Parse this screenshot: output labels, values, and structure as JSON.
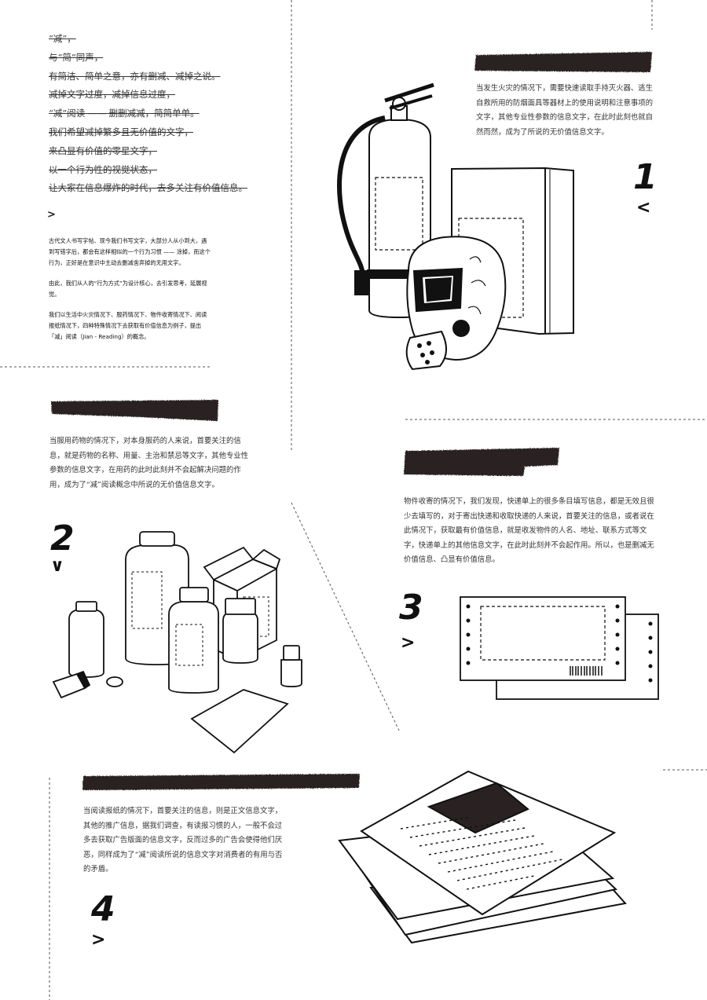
{
  "poem": {
    "lines": [
      "“减”，",
      "与“简”同声，",
      "有简洁、简单之意，亦有删减、减掉之说。",
      "减掉文字过度，减掉信息过度，",
      "“减”阅读 —— 删删减减，简简单单。",
      "我们希望减掉繁多且无价值的文字，",
      "来凸显有价值的零星文字，",
      "以一个行为性的视觉状态，",
      "让大家在信息爆炸的时代，去多关注有价值信息。"
    ],
    "arrow": ">"
  },
  "intro": {
    "p1": "古代文人书写字帖、现今我们书写文字，大部分人从小到大，遇到写错字后，都会有这样相似的一个行为习惯 —— 涂掉，而这个行为，正好是在意识中主动去删减舍弃掉的无用文字。",
    "p2": "由此，我们从人的“行为方式”为设计核心，去引发思考，延展视觉。",
    "p3": "我们以生活中火灾情况下、服药情况下、物件收寄情况下、阅读报纸情况下，四种特殊情况下去获取有价值信息为例子，提出「减」阅读（Jian - Reading）的概念。"
  },
  "sections": {
    "s1": {
      "number": "1",
      "chevron": "<",
      "text": "当发生火灾的情况下，需要快速读取手持灭火器、逃生自救所用的防烟面具等器材上的使用说明和注意事项的文字，其他专业性参数的信息文字，在此时此刻也就自然而然，成为了所说的无价值信息文字。"
    },
    "s2": {
      "number": "2",
      "chevron": "∨",
      "text": "当服用药物的情况下，对本身服药的人来说，首要关注的信息，就是药物的名称、用量、主治和禁忌等文字，其他专业性参数的信息文字，在用药的此时此刻并不会起解决问题的作用，成为了“减”阅读概念中所说的无价值信息文字。"
    },
    "s3": {
      "number": "3",
      "chevron": ">",
      "text": "物件收寄的情况下，我们发现，快递单上的很多条目填写信息，都是无效且很少去填写的，对于寄出快递和收取快递的人来说，首要关注的信息，或者说在此情况下，获取最有价值信息，就是收发物件的人名、地址、联系方式等文字，快递单上的其他信息文字，在此时此刻并不会起作用。所以，也是删减无价值信息、凸显有价值信息。"
    },
    "s4": {
      "number": "4",
      "chevron": ">",
      "text": "当阅读报纸的情况下，首要关注的信息，则是正文信息文字，其他的推广信息，据我们调查，有读报习惯的人，一般不会过多去获取广告版面的信息文字，反而过多的广告会使得他们厌恶，同样成为了“减”阅读所说的信息文字对消费者的有用与否的矛盾。"
    }
  },
  "colors": {
    "ink": "#2a2222",
    "line": "#555555"
  }
}
